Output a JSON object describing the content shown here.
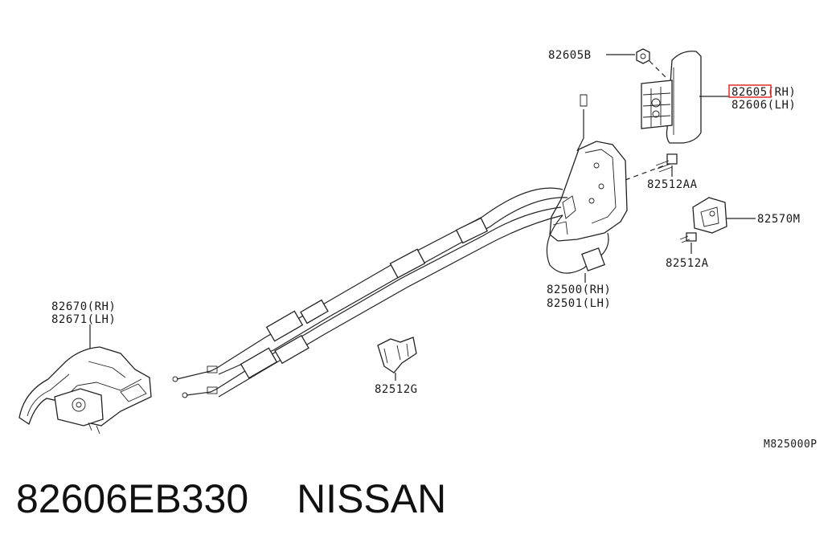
{
  "labels": {
    "nut": "82605B",
    "handle_rh": "82605(RH)",
    "handle_lh": "82606(LH)",
    "bolt_aa": "82512AA",
    "striker": "82570M",
    "bolt_a": "82512A",
    "lock_rh": "82500(RH)",
    "lock_lh": "82501(LH)",
    "inner_rh": "82670(RH)",
    "inner_lh": "82671(LH)",
    "clip": "82512G",
    "diagram_code": "M825000P"
  },
  "caption": {
    "part_number": "82606EB330",
    "brand": "NISSAN"
  },
  "colors": {
    "highlight": "#e53935",
    "line": "#222222"
  }
}
